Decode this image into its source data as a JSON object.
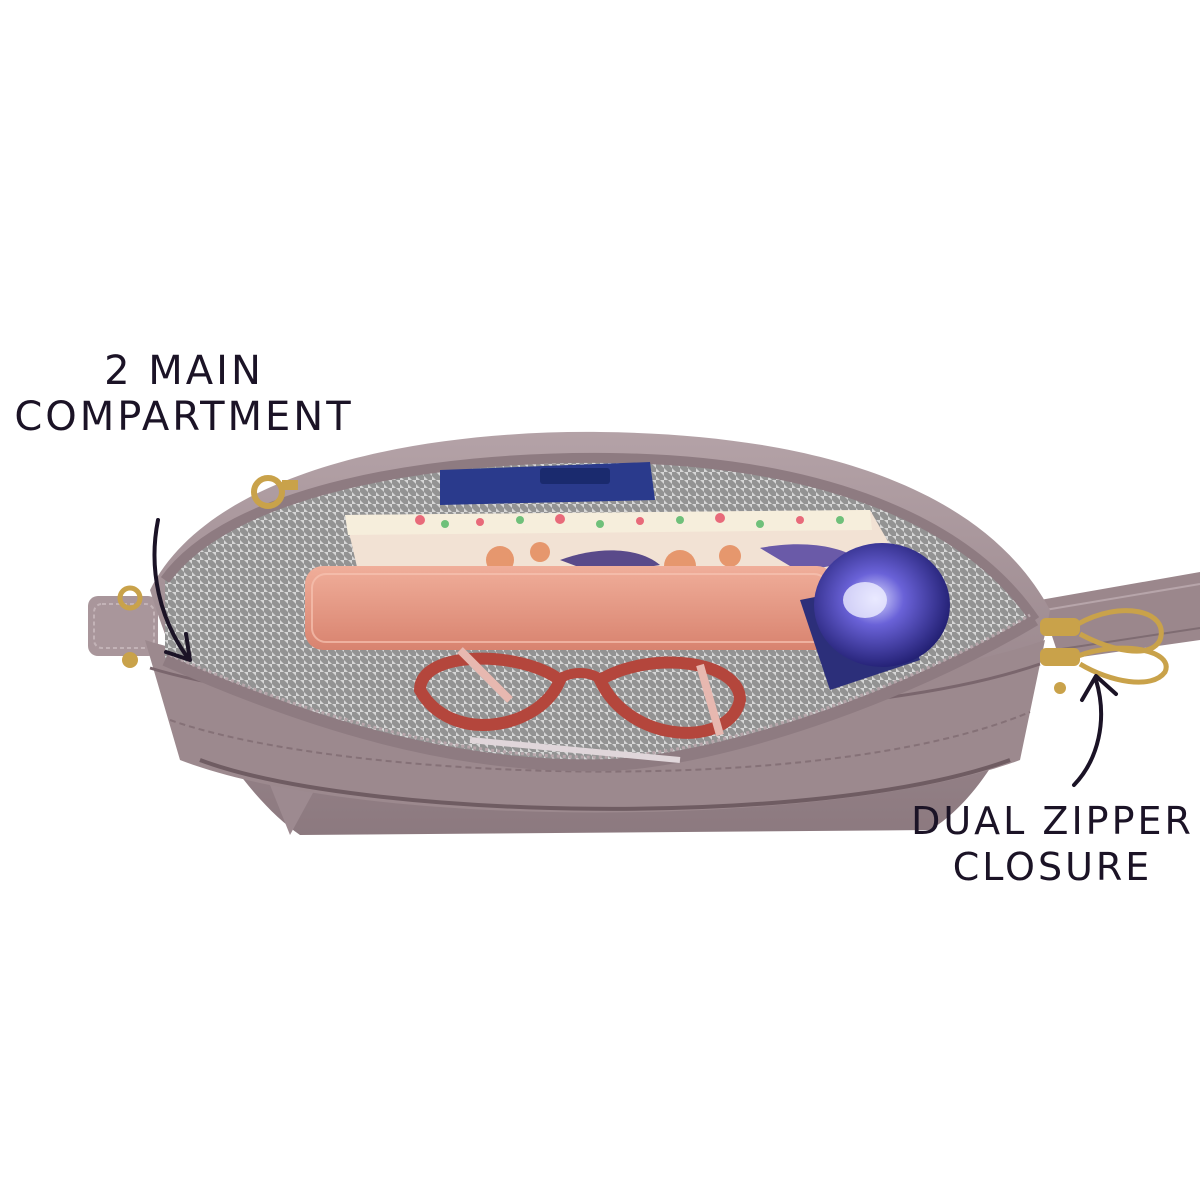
{
  "photo": {
    "subject": "crossbody-bag-open-top-view",
    "colors": {
      "background": "#ffffff",
      "bag_leather": "#a8959a",
      "bag_leather_dark": "#8b787e",
      "lining": "#c9c9c9",
      "wallet": "#e59a86",
      "bottle": "#2c2f8a",
      "sunglasses": "#b4463c",
      "hardware_gold": "#c9a24a",
      "ink": "#1b1326"
    }
  },
  "callouts": {
    "main_compartment": {
      "line1": "2 MAIN",
      "line2": "COMPARTMENT"
    },
    "zipper": {
      "line1": "DUAL ZIPPER",
      "line2": "CLOSURE"
    }
  }
}
